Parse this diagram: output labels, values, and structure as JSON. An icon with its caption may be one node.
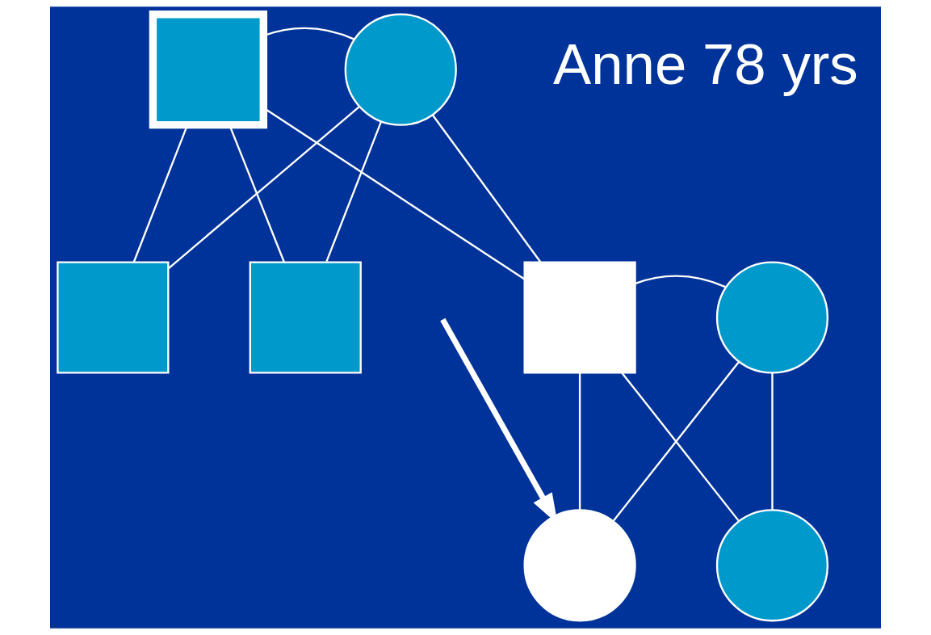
{
  "diagram": {
    "nodes": [
      {
        "text": [],
        "shape": "box"
      },
      {
        "text": [],
        "shape": "circle",
        "beside": [
          "Anne 78 yrs"
        ]
      },
      {
        "text": [],
        "shape": "box"
      },
      {
        "text": [],
        "shape": "box"
      },
      {
        "text": [],
        "shape": "box"
      },
      {
        "text": [],
        "shape": "circle"
      },
      {
        "text": [],
        "shape": "circle"
      },
      {
        "text": [],
        "shape": "circle"
      }
    ],
    "edges": [
      {
        "from": 0,
        "to": 1,
        "arrow": "none"
      },
      {
        "from": 0,
        "to": 2,
        "arrow": "none"
      },
      {
        "from": 1,
        "to": 2,
        "arrow": "none"
      },
      {
        "from": 0,
        "to": 3,
        "arrow": "none"
      },
      {
        "from": 1,
        "to": 3,
        "arrow": "none"
      },
      {
        "from": 0,
        "to": 4,
        "arrow": "none"
      },
      {
        "from": 1,
        "to": 4,
        "arrow": "none"
      },
      {
        "from": 4,
        "to": 5,
        "arrow": "none"
      },
      {
        "from": 4,
        "to": 6,
        "arrow": "none"
      },
      {
        "from": 5,
        "to": 6,
        "arrow": "none"
      },
      {
        "from": 4,
        "to": 7,
        "arrow": "none"
      },
      {
        "from": 5,
        "to": 7,
        "arrow": "none"
      },
      {
        "from": null,
        "to": 6,
        "arrow": "to",
        "style": "thick"
      }
    ]
  }
}
